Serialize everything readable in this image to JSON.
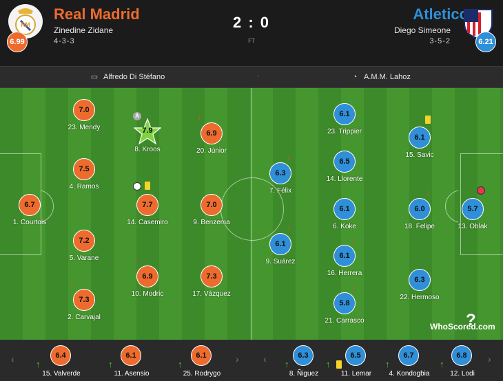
{
  "home": {
    "name": "Real Madrid",
    "coach": "Zinedine Zidane",
    "formation": "4-3-3",
    "rating": "6.99",
    "color": "#ee6b2e"
  },
  "away": {
    "name": "Atletico",
    "coach": "Diego Simeone",
    "formation": "3-5-2",
    "rating": "6.21",
    "color": "#2f8fd8"
  },
  "score": "2 : 0",
  "status": "FT",
  "venue": "Alfredo Di Stéfano",
  "referee": "A.M.M. Lahoz",
  "branding": "WhoScored.com",
  "home_players": [
    {
      "rating": "7.0",
      "name": "23. Mendy"
    },
    {
      "rating": "7.9",
      "name": "8. Kroos"
    },
    {
      "rating": "6.9",
      "name": "20. Júnior"
    },
    {
      "rating": "7.5",
      "name": "4. Ramos"
    },
    {
      "rating": "6.7",
      "name": "1. Courtois"
    },
    {
      "rating": "7.7",
      "name": "14. Casemiro"
    },
    {
      "rating": "7.0",
      "name": "9. Benzema"
    },
    {
      "rating": "7.2",
      "name": "5. Varane"
    },
    {
      "rating": "6.9",
      "name": "10. Modric"
    },
    {
      "rating": "7.3",
      "name": "17. Vázquez"
    },
    {
      "rating": "7.3",
      "name": "2. Carvajal"
    }
  ],
  "away_players": [
    {
      "rating": "6.1",
      "name": "23. Trippier"
    },
    {
      "rating": "6.1",
      "name": "15. Savic"
    },
    {
      "rating": "6.5",
      "name": "14. Llorente"
    },
    {
      "rating": "6.3",
      "name": "7. Félix"
    },
    {
      "rating": "6.1",
      "name": "6. Koke"
    },
    {
      "rating": "6.0",
      "name": "18. Felipe"
    },
    {
      "rating": "5.7",
      "name": "13. Oblak"
    },
    {
      "rating": "6.1",
      "name": "9. Suárez"
    },
    {
      "rating": "6.1",
      "name": "16. Herrera"
    },
    {
      "rating": "6.3",
      "name": "22. Hermoso"
    },
    {
      "rating": "5.8",
      "name": "21. Carrasco"
    }
  ],
  "home_subs": [
    {
      "rating": "6.4",
      "name": "15. Valverde"
    },
    {
      "rating": "6.1",
      "name": "11. Asensio"
    },
    {
      "rating": "6.1",
      "name": "25. Rodrygo"
    }
  ],
  "away_subs": [
    {
      "rating": "6.3",
      "name": "8. Ñiguez"
    },
    {
      "rating": "6.5",
      "name": "11. Lemar"
    },
    {
      "rating": "6.7",
      "name": "4. Kondogbia"
    },
    {
      "rating": "6.8",
      "name": "12. Lodi"
    }
  ],
  "captain_badge": "A"
}
